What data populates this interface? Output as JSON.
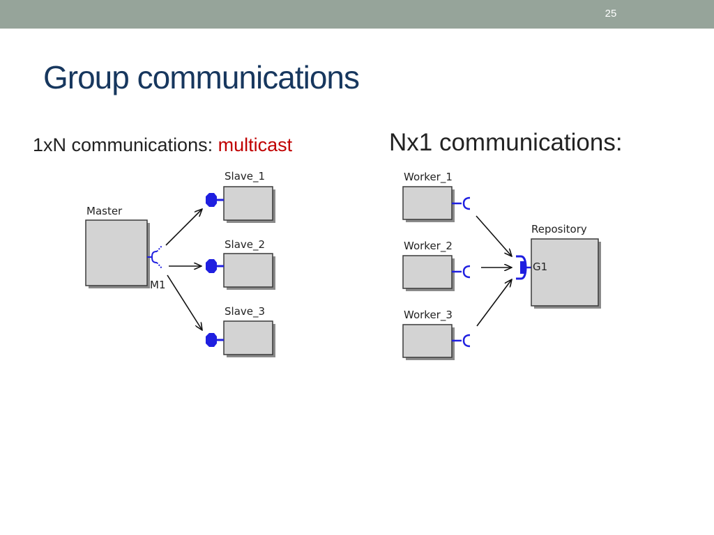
{
  "slide": {
    "number": "25",
    "title": "Group communications"
  },
  "left_panel": {
    "caption_prefix": "1xN communications: ",
    "caption_accent": "multicast",
    "master_label": "Master",
    "port_label": "M1",
    "slaves": [
      "Slave_1",
      "Slave_2",
      "Slave_3"
    ]
  },
  "right_panel": {
    "caption": "Nx1 communications:",
    "workers": [
      "Worker_1",
      "Worker_2",
      "Worker_3"
    ],
    "repository_label": "Repository",
    "port_label": "G1"
  },
  "colors": {
    "header_bar": "#96a49a",
    "title": "#17375e",
    "accent": "#c00000",
    "component_fill": "#d3d3d3",
    "interface": "#1f1fe0"
  }
}
